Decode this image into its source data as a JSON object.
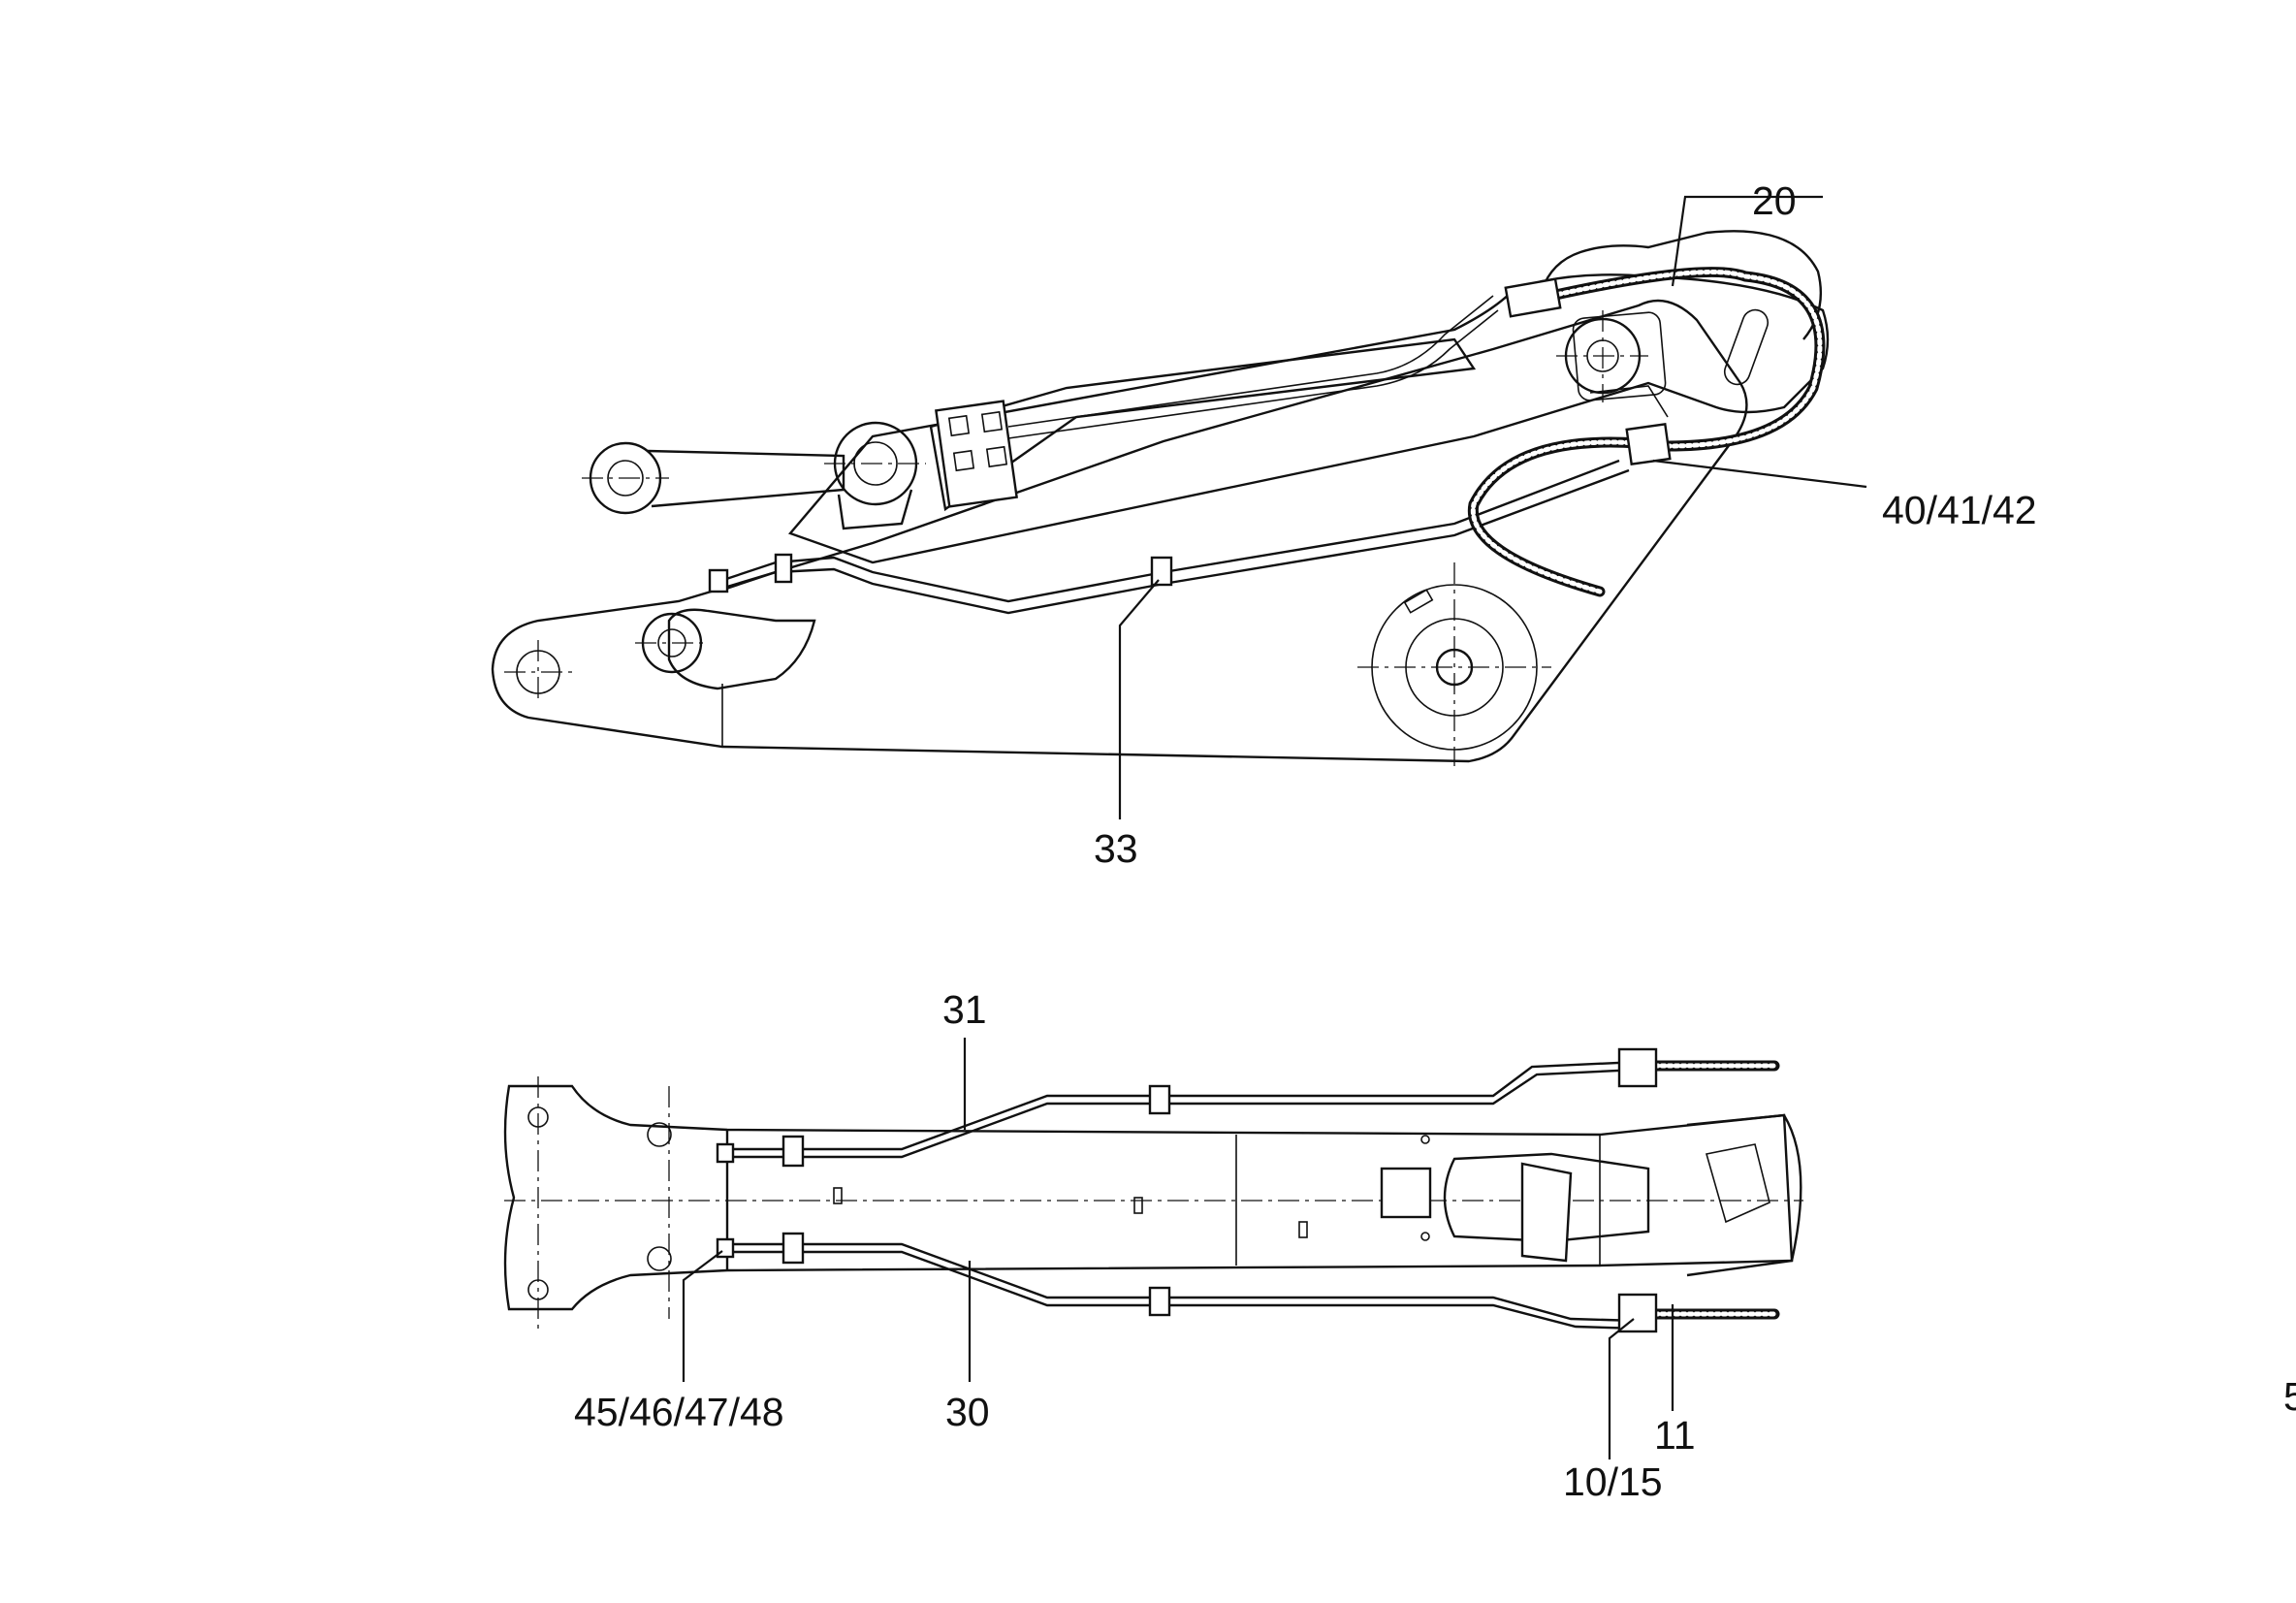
{
  "diagram": {
    "side_view": {
      "callouts": [
        {
          "key": "c20",
          "text": "20"
        },
        {
          "key": "c404142",
          "text": "40/41/42"
        },
        {
          "key": "c33",
          "text": "33"
        }
      ]
    },
    "top_view": {
      "callouts": [
        {
          "key": "c31",
          "text": "31"
        },
        {
          "key": "c45464748",
          "text": "45/46/47/48"
        },
        {
          "key": "c30",
          "text": "30"
        },
        {
          "key": "c11",
          "text": "11"
        },
        {
          "key": "c1015",
          "text": "10/15"
        }
      ]
    },
    "edge_mark": "5"
  }
}
